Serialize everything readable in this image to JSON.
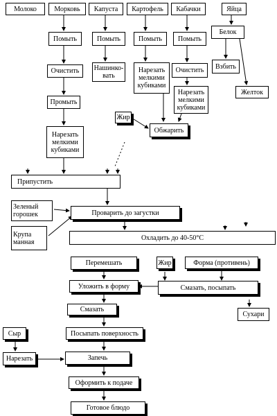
{
  "ingredients": {
    "milk": "Молоко",
    "carrot": "Морковь",
    "cabbage": "Капуста",
    "potato": "Картофель",
    "zucchini": "Кабачки",
    "eggs": "Яйца"
  },
  "carrot_steps": {
    "wash": "Помыть",
    "peel": "Очистить",
    "rinse": "Промыть",
    "dice": "Нарезать\nмелкими\nкубиками"
  },
  "cabbage_steps": {
    "wash": "Помыть",
    "shred": "Нашинко-\nвать"
  },
  "potato_steps": {
    "wash": "Помыть",
    "dice": "Нарезать\nмелкими\nкубиками"
  },
  "zucchini_steps": {
    "wash": "Помыть",
    "peel": "Очистить",
    "dice": "Нарезать\nмелкими\nкубиками"
  },
  "egg_steps": {
    "white": "Белок",
    "whip": "Взбить",
    "yolk": "Желток"
  },
  "fat_top": "Жир",
  "fry": "Обжарить",
  "saute": "Припустить",
  "peas": "Зеленый\nгорошек",
  "semolina": "Крупа\nманная",
  "cook_until_thick": "Проварить до загустки",
  "cool": "Охладить до 40-50°С",
  "mix": "Перемешать",
  "fat_bottom": "Жир",
  "baking_form": "Форма (противень)",
  "grease_sprinkle": "Смазать, посыпать",
  "breadcrumbs": "Сухари",
  "place_in_form": "Уложить в форму",
  "grease": "Смазать",
  "sprinkle_surface": "Посыпать поверхность",
  "cheese": "Сыр",
  "cheese_cut": "Нарезать",
  "bake": "Запечь",
  "serve": "Оформить к подаче",
  "finished": "Готовое блюдо"
}
